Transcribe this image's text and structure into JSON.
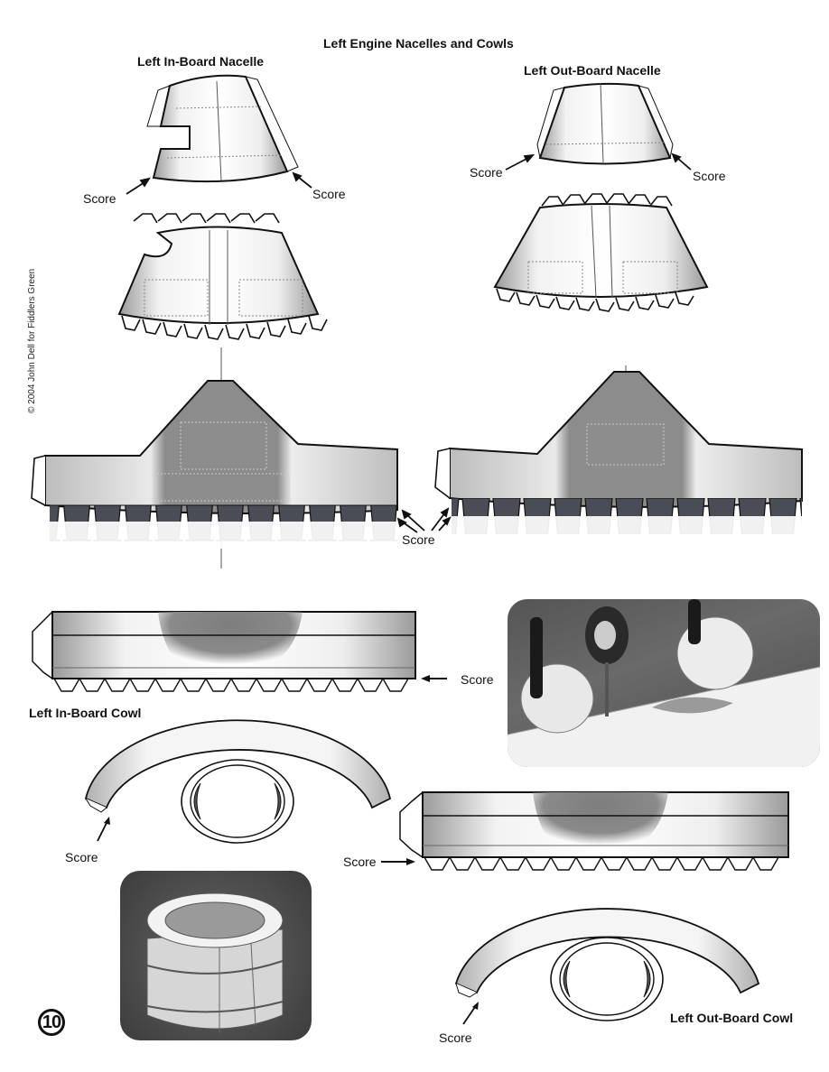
{
  "page": {
    "title": "Left Engine Nacelles and Cowls",
    "page_number": "10",
    "copyright": "© 2004 John Dell for Fiddlers Green"
  },
  "sections": {
    "inboard_nacelle": {
      "title": "Left In-Board Nacelle"
    },
    "outboard_nacelle": {
      "title": "Left Out-Board Nacelle"
    },
    "inboard_cowl": {
      "title": "Left In-Board Cowl"
    },
    "outboard_cowl": {
      "title": "Left Out-Board Cowl"
    }
  },
  "annotations": {
    "score": "Score"
  },
  "colors": {
    "panel_light": "#e6e6e6",
    "panel_dark": "#8a8a8a",
    "tab_dark": "#4a4d55",
    "outline": "#111111"
  },
  "photos": [
    {
      "name": "assembled-wing-nacelles-photo",
      "description": "Assembled nacelles on wing with propellers and tape roll"
    },
    {
      "name": "assembled-cowl-photo",
      "description": "Assembled cowl ring"
    }
  ]
}
